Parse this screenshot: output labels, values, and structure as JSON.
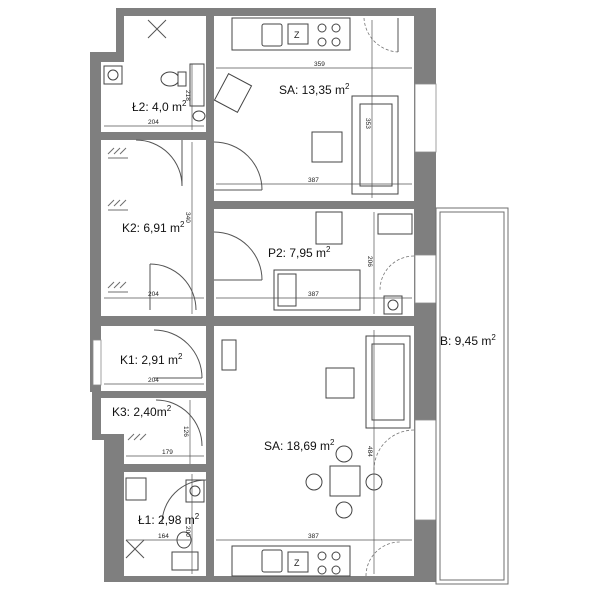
{
  "rooms": [
    {
      "id": "sa1",
      "name": "SA: 13,35 m",
      "sup": "2"
    },
    {
      "id": "l2",
      "name": "Ł2: 4,0 m",
      "sup": "2"
    },
    {
      "id": "k2",
      "name": "K2: 6,91 m",
      "sup": "2"
    },
    {
      "id": "p2",
      "name": "P2: 7,95 m",
      "sup": "2"
    },
    {
      "id": "k1",
      "name": "K1: 2,91 m",
      "sup": "2"
    },
    {
      "id": "k3",
      "name": "K3: 2,40m",
      "sup": "2"
    },
    {
      "id": "sa2",
      "name": "SA:  18,69 m",
      "sup": "2"
    },
    {
      "id": "l1",
      "name": "Ł1: 2,98 m",
      "sup": "2"
    },
    {
      "id": "b",
      "name": "B: 9,45 m",
      "sup": "2"
    }
  ],
  "dimensions": {
    "sa1_width": "359",
    "sa1_depth": "353",
    "sa1_bottom": "387",
    "l2_height": "218",
    "l2_width": "204",
    "k2_height": "340",
    "k2_width": "204",
    "p2_height": "206",
    "p2_width": "387",
    "k1_width": "204",
    "k3_height": "126",
    "k3_width": "179",
    "sa2_depth": "484",
    "sa2_width": "387",
    "l1_height": "200",
    "l1_width": "164"
  },
  "fixtures": {
    "fridge_top": "Z",
    "fridge_bottom": "Z"
  }
}
